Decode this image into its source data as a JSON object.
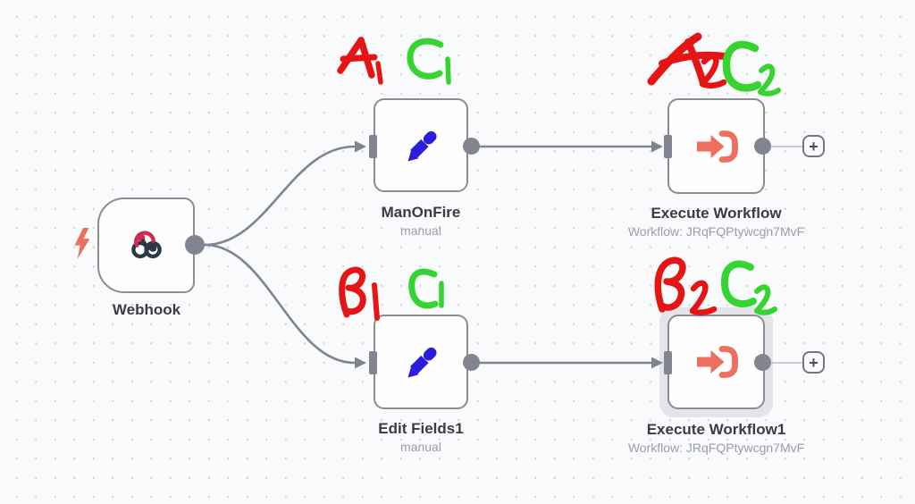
{
  "canvas": {
    "background_color": "#f9fafc",
    "dot_color": "#d4d7e0"
  },
  "colors": {
    "node_border": "#8a8c94",
    "edge_gray": "#7f848e",
    "title_text": "#3b3c43",
    "subtitle_text": "#9b9ea9",
    "pencil_blue": "#2a1ddb",
    "execute_salmon": "#ed6f60",
    "webhook_crimson": "#d02a54",
    "webhook_dark": "#2e3946",
    "bolt_orange": "#ed6f60",
    "annotation_red": "#e51515",
    "annotation_green": "#35d430",
    "selection_halo": "#e4e5ea"
  },
  "nodes": {
    "webhook": {
      "label": "Webhook",
      "type": "webhook-trigger"
    },
    "man_on_fire": {
      "label": "ManOnFire",
      "subtitle": "manual"
    },
    "execute_workflow": {
      "label": "Execute Workflow",
      "subtitle": "Workflow: JRqFQPtywcgn7MvF"
    },
    "edit_fields1": {
      "label": "Edit Fields1",
      "subtitle": "manual"
    },
    "execute_workflow1": {
      "label": "Execute Workflow1",
      "subtitle": "Workflow: JRqFQPtywcgn7MvF",
      "selected": true
    }
  },
  "buttons": {
    "add_node_label": "+"
  },
  "annotations": {
    "man_on_fire": [
      {
        "text": "A₁",
        "color": "#e51515"
      },
      {
        "text": "C₁",
        "color": "#35d430"
      }
    ],
    "execute_workflow": [
      {
        "text": "A₂",
        "color": "#e51515"
      },
      {
        "text": "C₂",
        "color": "#35d430"
      }
    ],
    "edit_fields1": [
      {
        "text": "B₁",
        "color": "#e51515"
      },
      {
        "text": "C₁",
        "color": "#35d430"
      }
    ],
    "execute_workflow1": [
      {
        "text": "B₂",
        "color": "#e51515"
      },
      {
        "text": "C₂",
        "color": "#35d430"
      }
    ]
  }
}
